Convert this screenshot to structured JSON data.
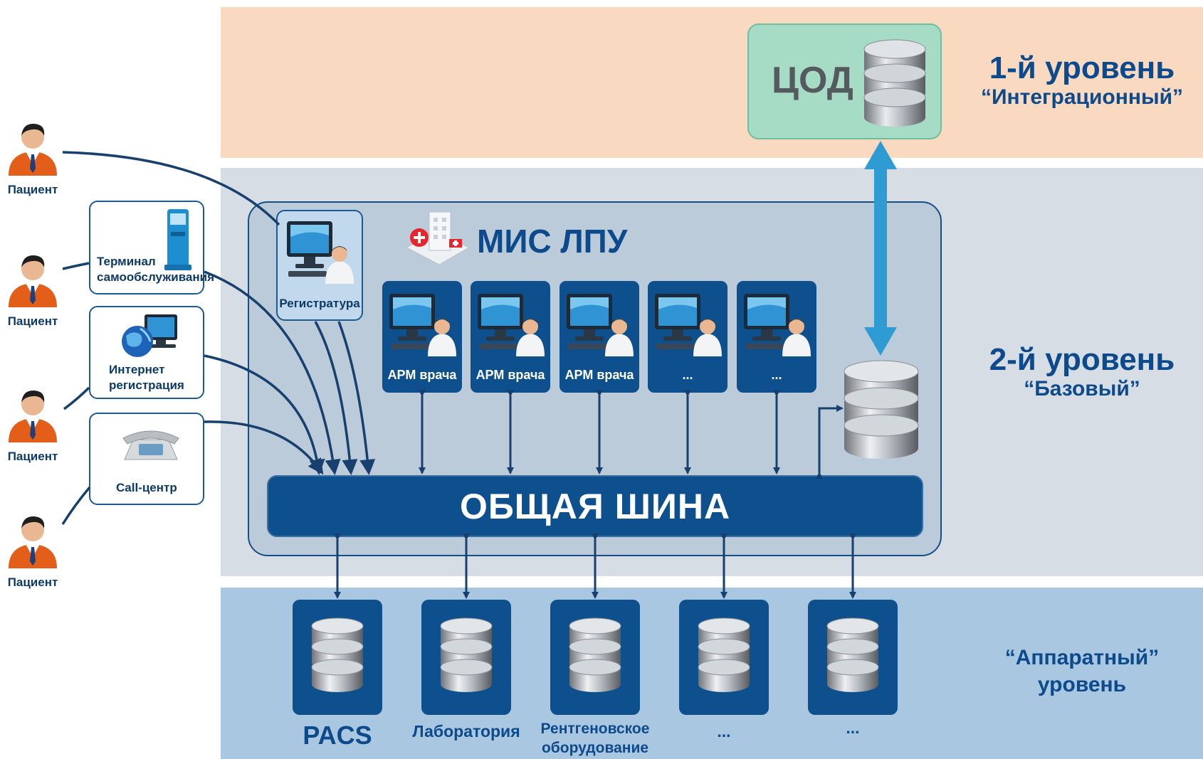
{
  "levels": {
    "level1": {
      "title": "1-й уровень",
      "subtitle": "“Интеграционный”"
    },
    "level2": {
      "title": "2-й уровень",
      "subtitle": "“Базовый”"
    },
    "level3": {
      "line1": "“Аппаратный”",
      "line2": "уровень"
    }
  },
  "cod": {
    "label": "ЦОД"
  },
  "mis": {
    "title": "МИС ЛПУ"
  },
  "registry": {
    "label": "Регистратура"
  },
  "arms": [
    {
      "label": "АРМ врача"
    },
    {
      "label": "АРМ врача"
    },
    {
      "label": "АРМ врача"
    },
    {
      "label": "..."
    },
    {
      "label": "..."
    }
  ],
  "bus": {
    "label": "ОБЩАЯ ШИНА"
  },
  "devices": [
    {
      "label": "PACS"
    },
    {
      "label": "Лаборатория"
    },
    {
      "label": "Рентгеновское",
      "label2": "оборудование"
    },
    {
      "label": "..."
    },
    {
      "label": "..."
    }
  ],
  "channels": {
    "terminal": {
      "line1": "Терминал",
      "line2": "самообслуживания"
    },
    "internet": {
      "line1": "Интернет",
      "line2": "регистрация"
    },
    "call": {
      "label": "Call-центр"
    }
  },
  "patients": [
    "Пациент",
    "Пациент",
    "Пациент",
    "Пациент"
  ],
  "colors": {
    "navy": "#0e4f8d",
    "arrow_cyan": "#2e9bd3",
    "level_text": "#0d4a8c"
  }
}
